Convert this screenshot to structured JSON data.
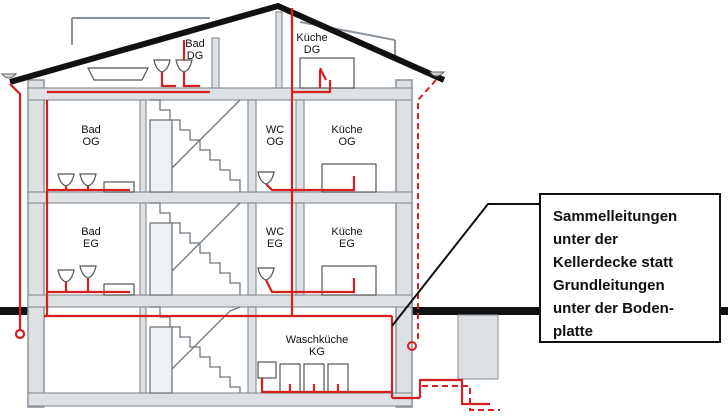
{
  "rooms": {
    "bad_dg": {
      "name": "Bad",
      "level": "DG"
    },
    "kueche_dg": {
      "name": "Küche",
      "level": "DG"
    },
    "bad_og": {
      "name": "Bad",
      "level": "OG"
    },
    "wc_og": {
      "name": "WC",
      "level": "OG"
    },
    "kueche_og": {
      "name": "Küche",
      "level": "OG"
    },
    "bad_eg": {
      "name": "Bad",
      "level": "EG"
    },
    "wc_eg": {
      "name": "WC",
      "level": "EG"
    },
    "kueche_eg": {
      "name": "Küche",
      "level": "EG"
    },
    "waschkueche_kg": {
      "name": "Waschküche",
      "level": "KG"
    }
  },
  "callout": {
    "lines": [
      "Sammelleitungen",
      "unter der",
      "Kellerdecke statt",
      "Grundleitungen",
      "unter der Boden-",
      "platte"
    ]
  },
  "colors": {
    "pipe": "#d61f1f",
    "wall": "#8a929a",
    "wall_fill": "#dde1e4",
    "ground": "#111111"
  }
}
